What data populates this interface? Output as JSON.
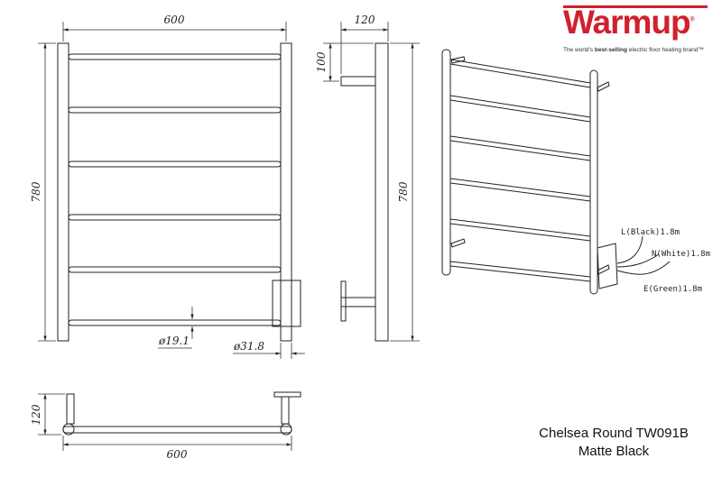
{
  "brand": {
    "name": "Warmup",
    "registered": "®",
    "tagline_prefix": "The world's ",
    "tagline_bold": "best-selling",
    "tagline_suffix": " electric floor heating brand™",
    "color": "#d0202e"
  },
  "front_view": {
    "width_label": "600",
    "height_label": "780",
    "rail_diameter_label": "ø19.1",
    "post_diameter_label": "ø31.8"
  },
  "side_view": {
    "depth_label": "120",
    "bracket_offset_label": "100",
    "height_label": "780"
  },
  "top_view": {
    "depth_label": "120",
    "width_label": "600"
  },
  "wiring": [
    {
      "label": "L(Black)1.8m"
    },
    {
      "label": "N(White)1.8m"
    },
    {
      "label": "E(Green)1.8m"
    }
  ],
  "product": {
    "name": "Chelsea Round TW091B",
    "finish": "Matte Black"
  }
}
